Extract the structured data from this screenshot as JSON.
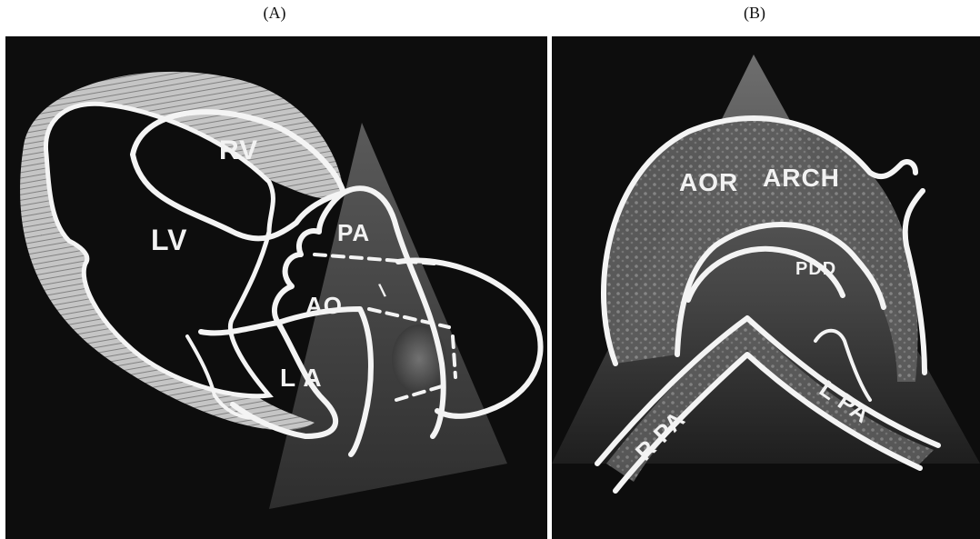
{
  "panels": {
    "a": {
      "label": "(A)",
      "structures": {
        "rv": "RV",
        "lv": "LV",
        "pa": "PA",
        "ao": "AO",
        "la": "L A"
      }
    },
    "b": {
      "label": "(B)",
      "structures": {
        "aor": "AOR",
        "arch": "ARCH",
        "pdd": "PDD",
        "rpa": "R PA",
        "lpa": "L PA"
      }
    }
  }
}
